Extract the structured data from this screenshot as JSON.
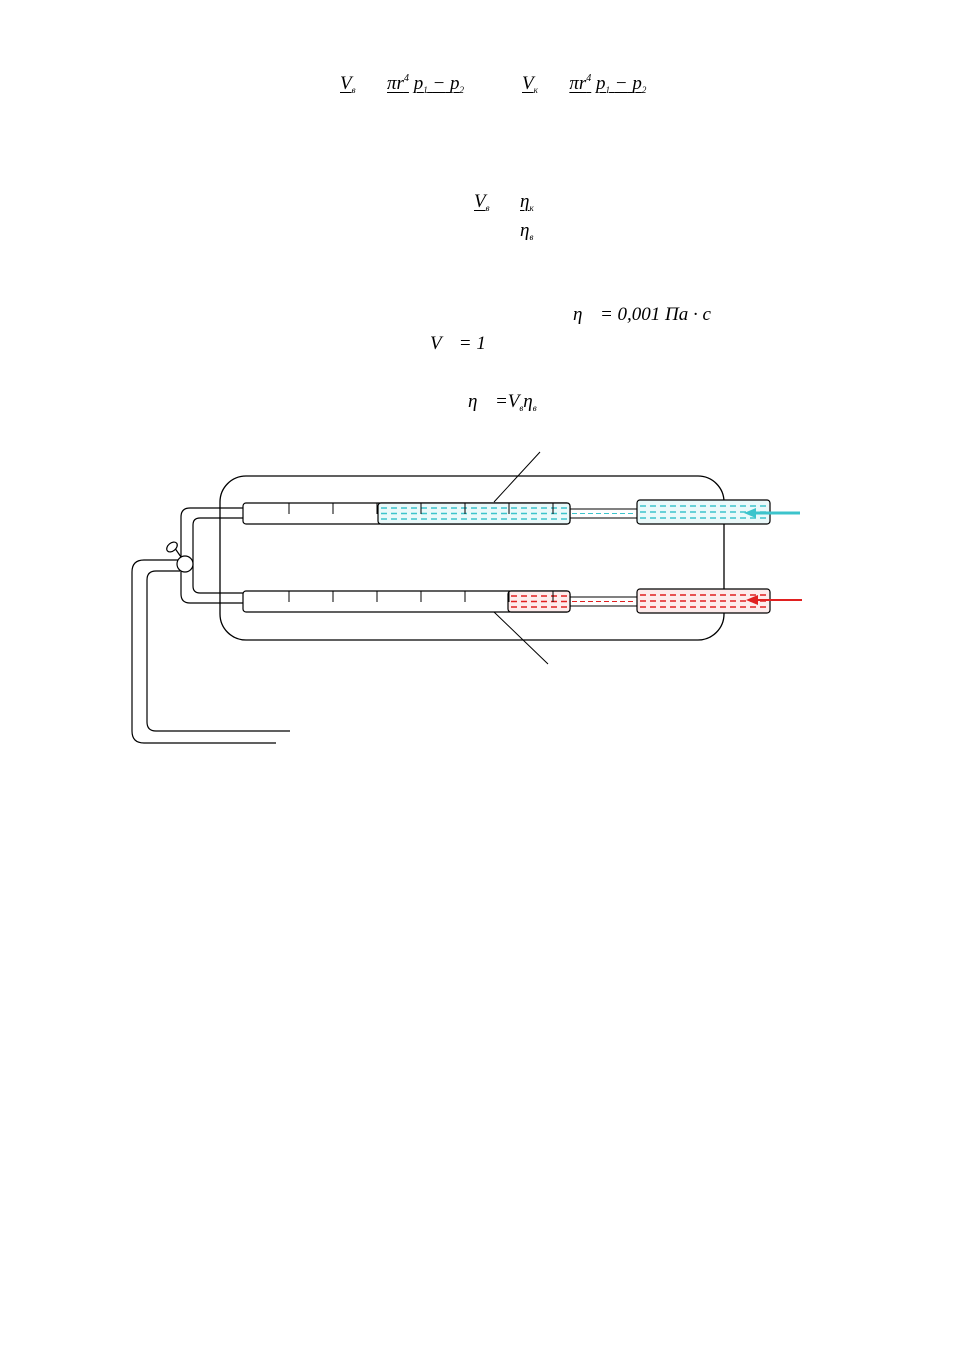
{
  "formulas": {
    "row1": {
      "v": "V",
      "v_sub": "в",
      "pi_r": "πr",
      "pow": "4",
      "p1": "p",
      "p1_sub": "1",
      "minus": "−",
      "p2": "p",
      "p2_sub": "2",
      "vk": "V",
      "vk_sub": "к"
    },
    "row2": {
      "v": "V",
      "v_sub": "в",
      "eta_k": "η",
      "eta_k_sub": "к",
      "eta_v": "η",
      "eta_v_sub": "в"
    },
    "row3": {
      "eta": "η",
      "value": "= 0,001 Па · с"
    },
    "row4": {
      "v": "V",
      "value": "= 1"
    },
    "row5": {
      "eta": "η",
      "eq": "=",
      "v": "V",
      "v_sub": "в",
      "eta_v": "η",
      "eta_v_sub": "в"
    }
  },
  "diagram": {
    "colors": {
      "outline": "#000000",
      "water": "#3cc4cc",
      "blood": "#e02020"
    },
    "upper_tube": {
      "liquid": "water",
      "scale_ticks": 7
    },
    "lower_tube": {
      "liquid": "blood",
      "scale_ticks": 7
    }
  }
}
